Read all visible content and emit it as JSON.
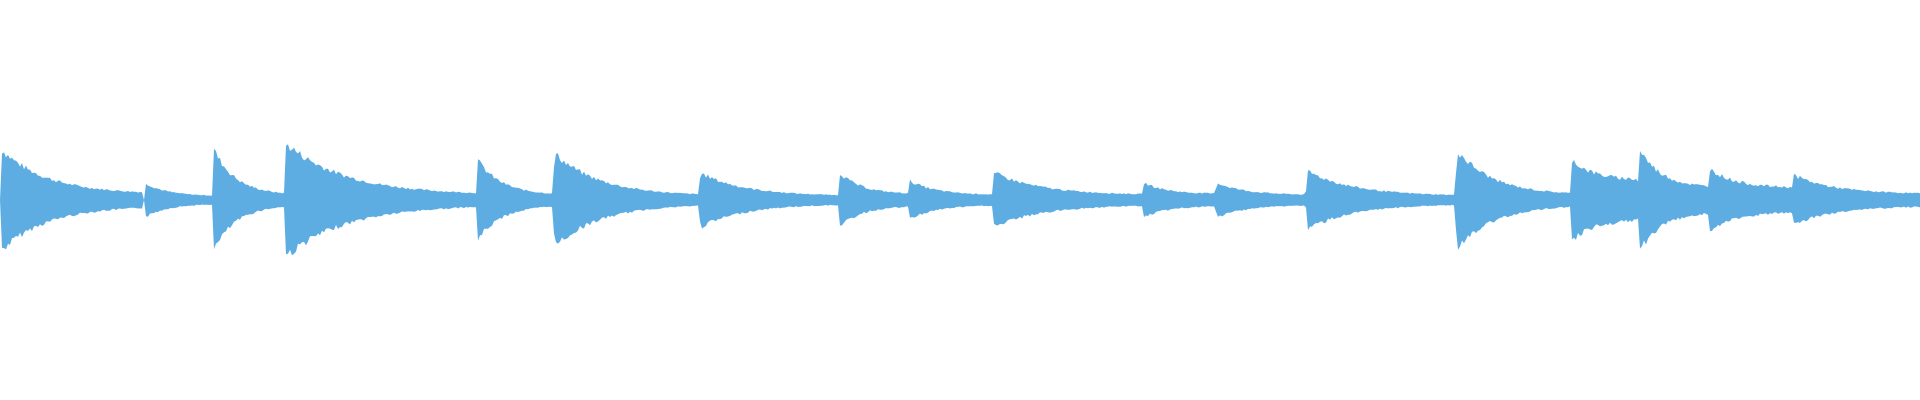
{
  "waveform": {
    "color": "#5dade2",
    "background": "#ffffff",
    "center_line": "middle",
    "onsets": [
      {
        "start": 0.0,
        "end": 0.075,
        "peak": 0.52,
        "tail": 0.06
      },
      {
        "start": 0.075,
        "end": 0.111,
        "peak": 0.18,
        "tail": 0.04
      },
      {
        "start": 0.111,
        "end": 0.148,
        "peak": 0.52,
        "tail": 0.05
      },
      {
        "start": 0.148,
        "end": 0.248,
        "peak": 0.58,
        "tail": 0.05
      },
      {
        "start": 0.248,
        "end": 0.288,
        "peak": 0.42,
        "tail": 0.05
      },
      {
        "start": 0.288,
        "end": 0.364,
        "peak": 0.48,
        "tail": 0.04
      },
      {
        "start": 0.364,
        "end": 0.437,
        "peak": 0.28,
        "tail": 0.04
      },
      {
        "start": 0.437,
        "end": 0.473,
        "peak": 0.28,
        "tail": 0.06
      },
      {
        "start": 0.473,
        "end": 0.517,
        "peak": 0.2,
        "tail": 0.05
      },
      {
        "start": 0.517,
        "end": 0.595,
        "peak": 0.28,
        "tail": 0.05
      },
      {
        "start": 0.595,
        "end": 0.633,
        "peak": 0.18,
        "tail": 0.06
      },
      {
        "start": 0.633,
        "end": 0.68,
        "peak": 0.18,
        "tail": 0.05
      },
      {
        "start": 0.68,
        "end": 0.758,
        "peak": 0.3,
        "tail": 0.04
      },
      {
        "start": 0.758,
        "end": 0.818,
        "peak": 0.52,
        "tail": 0.05
      },
      {
        "start": 0.818,
        "end": 0.853,
        "peak": 0.42,
        "tail": 0.2
      },
      {
        "start": 0.853,
        "end": 0.89,
        "peak": 0.54,
        "tail": 0.12
      },
      {
        "start": 0.89,
        "end": 0.933,
        "peak": 0.32,
        "tail": 0.12
      },
      {
        "start": 0.933,
        "end": 1.0,
        "peak": 0.26,
        "tail": 0.06
      }
    ]
  }
}
